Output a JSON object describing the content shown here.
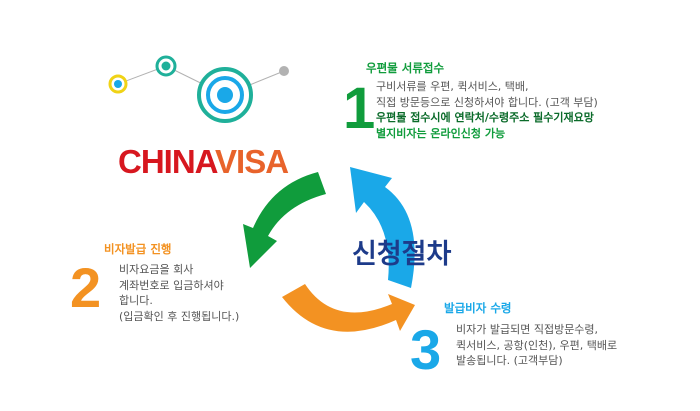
{
  "logo": {
    "part1": "CHINA",
    "part2": "VISA",
    "color1": "#d7171f",
    "color2": "#e8632b"
  },
  "center_title": "신청절차",
  "colors": {
    "green": "#109c3c",
    "orange": "#f39222",
    "blue": "#1aa8e8",
    "dark_green": "#0b6b2a",
    "navy": "#1d3b8a",
    "deco_yellow": "#f0d316",
    "deco_teal": "#1fb09a",
    "deco_gray": "#b2b2b2"
  },
  "steps": [
    {
      "number": "1",
      "title": "우편물 서류접수",
      "lines": [
        "구비서류를 우편, 퀵서비스, 택배,",
        "직접 방문등으로 신청하셔야 합니다. (고객 부담)"
      ],
      "emphasis_lines": [
        "우편물 접수시에 연락처/수령주소 필수기재요망",
        "별지비자는 온라인신청 가능"
      ]
    },
    {
      "number": "2",
      "title": "비자발급 진행",
      "lines": [
        "비자요금을 회사",
        "계좌번호로 입금하셔야",
        "합니다.",
        "(입금확인 후 진행됩니다.)"
      ]
    },
    {
      "number": "3",
      "title": "발급비자 수령",
      "lines": [
        "비자가 발급되면 직접방문수령,",
        "퀵서비스, 공항(인천), 우편, 택배로",
        "발송됩니다. (고객부담)"
      ]
    }
  ]
}
